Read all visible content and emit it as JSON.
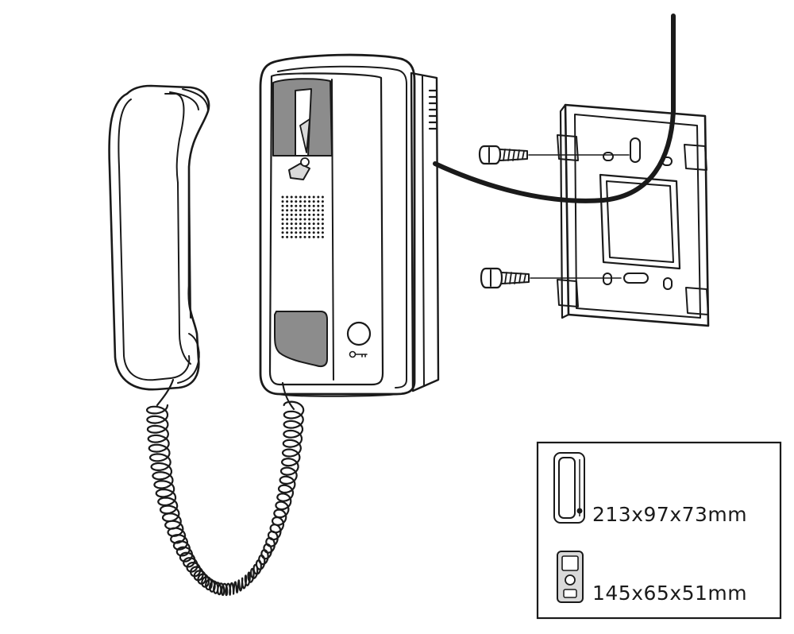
{
  "diagram": {
    "parts": [
      "handset",
      "handset-cord",
      "indoor-unit",
      "mounting-bracket",
      "screw",
      "screw",
      "wall-cable"
    ],
    "dimensions": {
      "indoor_unit": {
        "icon": "indoor-unit-icon",
        "label": "213x97x73mm"
      },
      "outdoor_unit": {
        "icon": "outdoor-unit-icon",
        "label": "145x65x51mm"
      }
    },
    "colors": {
      "line": "#1a1a1a",
      "gray_fill": "#8c8c8c",
      "light_fill": "#d9d9d9",
      "background": "#ffffff"
    }
  }
}
